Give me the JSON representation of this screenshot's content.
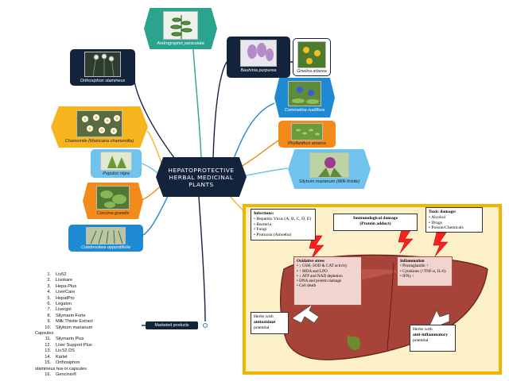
{
  "central": {
    "title": "HEPATOPROTECTIVE HERBAL MEDICINAL PLANTS"
  },
  "plants": {
    "andrographis": "Andrographis paniculata",
    "orthosiphon": "Orthosiphon stamineus",
    "chamomile": "Chamomile (Matricaria chamomilla)",
    "populus": "Populus nigra",
    "coccinia": "Coccinia grandis",
    "colebrookea": "Colebrookea oppositifolia",
    "bauhinia": "Bauhinia purpurea",
    "gmelina": "Gmelina arborea",
    "commelina": "Commelina nudiflora",
    "phyllanthus": "Phyllanthus amarus",
    "silybum": "Silybum marianum (Milk thistle)"
  },
  "marketed": {
    "label": "Marketed products",
    "items": [
      {
        "n": "1.",
        "t": "Liv52"
      },
      {
        "n": "2.",
        "t": "Livokare"
      },
      {
        "n": "3.",
        "t": "Hepa-Plus"
      },
      {
        "n": "4.",
        "t": "LiverCare"
      },
      {
        "n": "5.",
        "t": "HepatPro"
      },
      {
        "n": "6.",
        "t": "Legalon"
      },
      {
        "n": "7.",
        "t": "Livergol"
      },
      {
        "n": "8.",
        "t": "Silymarin Forte"
      },
      {
        "n": "9.",
        "t": "Milk Thistle Extract"
      },
      {
        "n": "10.",
        "t": "Silybum marianum"
      },
      {
        "n": "",
        "t": "Capsules"
      },
      {
        "n": "11.",
        "t": "Silymarin Plus"
      },
      {
        "n": "12.",
        "t": "Liver Support Plus"
      },
      {
        "n": "13.",
        "t": "Liv.52 DS"
      },
      {
        "n": "14.",
        "t": "Karlet"
      },
      {
        "n": "15.",
        "t": "Orthosiphon"
      },
      {
        "n": "",
        "t": "stamineus tea or capsules"
      },
      {
        "n": "16.",
        "t": "Gencinio®"
      }
    ]
  },
  "liver": {
    "infections": {
      "title": "Infections:",
      "items": [
        "Hepatitis Virus (A, B, C, D, E)",
        "Bacteria",
        "Fungi",
        "Protozoa (Amoeba)"
      ]
    },
    "immuno": {
      "title": "Immunological damage",
      "sub": "(Protein adduct)"
    },
    "toxic": {
      "title": "Toxic damage:",
      "items": [
        "Alcohol",
        "Drugs",
        "Poison/Chemicals"
      ]
    },
    "oxidative": {
      "title": "Oxidative stress",
      "items": [
        "↓ GSH, SOD & CAT activity",
        "↑ MDA and LPO",
        "↓ ATP and NAD depletion",
        "DNA and protein damage",
        "Cell death"
      ]
    },
    "inflammation": {
      "title": "Inflammation",
      "items": [
        "Prostaglandin ↑",
        "Cytokines (↑TNF-α, IL-6)",
        "IFNγ ↑"
      ]
    },
    "antioxidant": {
      "pre": "Herbs with",
      "bold": "antioxidant",
      "post": "potential"
    },
    "antiinflam": {
      "pre": "Herbs with",
      "bold": "anti-inflammatory",
      "post": "potential"
    }
  },
  "colors": {
    "navy": "#14233c",
    "blue": "#1f8ad1",
    "light_blue": "#6fc3ee",
    "teal": "#2aa38f",
    "orange": "#f28a1c",
    "yellow": "#f6b51f",
    "panel_border": "#f2b400"
  }
}
